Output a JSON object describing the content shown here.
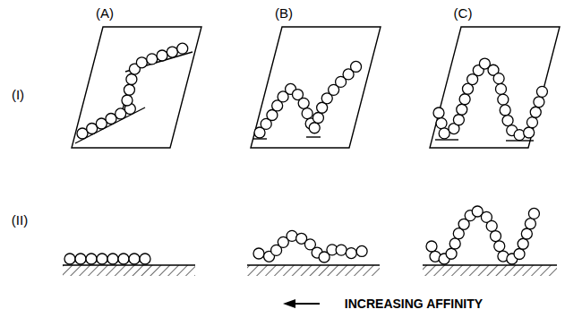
{
  "diagram": {
    "labels": [
      "(A)",
      "(B)",
      "(C)",
      "(I)",
      "(II)",
      "INCREASING AFFINITY"
    ]
  }
}
